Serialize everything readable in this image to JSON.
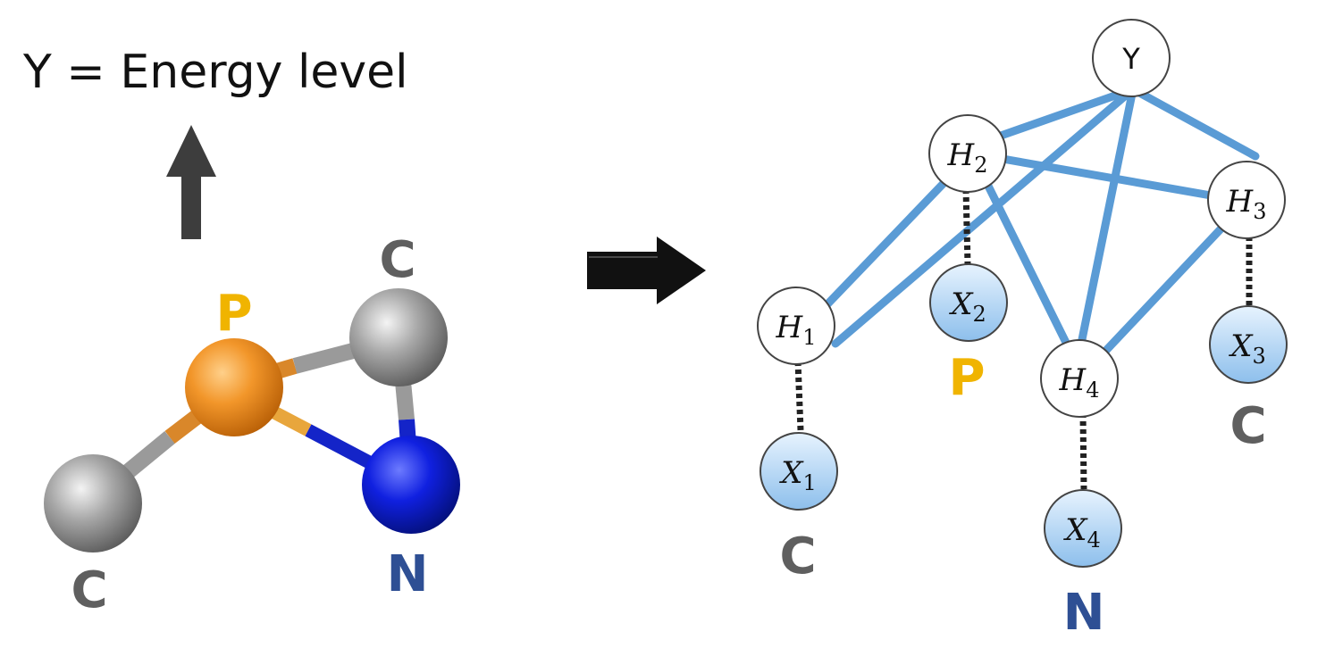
{
  "title": "Y = Energy level",
  "molecule": {
    "atoms": [
      {
        "id": "p",
        "label": "P",
        "element": "phosphorus"
      },
      {
        "id": "c-top",
        "label": "C",
        "element": "carbon"
      },
      {
        "id": "c-left",
        "label": "C",
        "element": "carbon"
      },
      {
        "id": "n",
        "label": "N",
        "element": "nitrogen"
      }
    ]
  },
  "graph": {
    "root": "Y",
    "hidden": [
      {
        "base": "H",
        "sub": "1"
      },
      {
        "base": "H",
        "sub": "2"
      },
      {
        "base": "H",
        "sub": "3"
      },
      {
        "base": "H",
        "sub": "4"
      }
    ],
    "inputs": [
      {
        "base": "X",
        "sub": "1",
        "atom": "C"
      },
      {
        "base": "X",
        "sub": "2",
        "atom": "P"
      },
      {
        "base": "X",
        "sub": "3",
        "atom": "C"
      },
      {
        "base": "X",
        "sub": "4",
        "atom": "N"
      }
    ]
  },
  "colors": {
    "edge": "#5a9bd5",
    "p": "#f0b400",
    "c": "#5f5f5f",
    "n": "#2e4f94",
    "arrow": "#3d3d3d",
    "input_node": "#9fcbf0"
  }
}
